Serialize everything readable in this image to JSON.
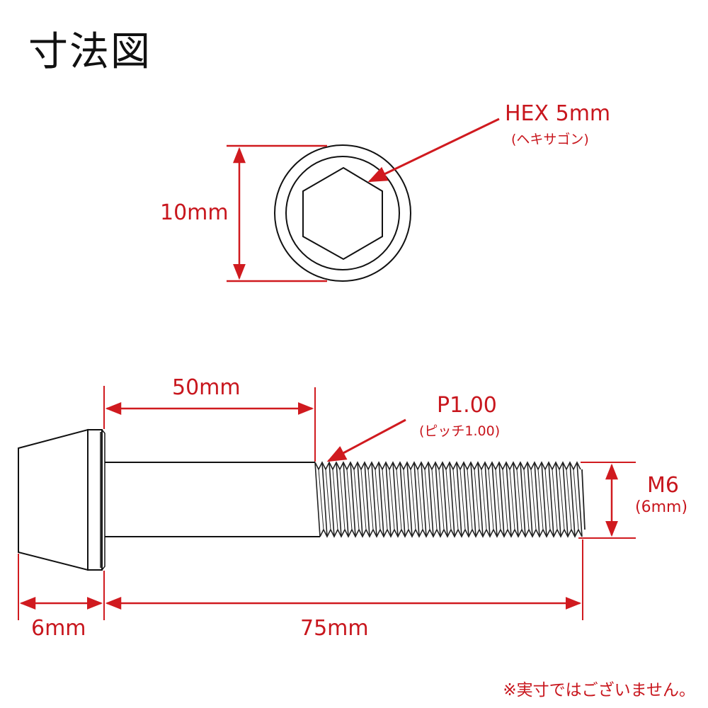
{
  "title": "寸法図",
  "colors": {
    "dimension": "#c8161d",
    "outline": "#111111",
    "background": "#ffffff"
  },
  "top_view": {
    "head_diameter_label": "10mm",
    "hex_label": "HEX 5mm",
    "hex_sub_label": "(ヘキサゴン)"
  },
  "side_view": {
    "shank_length_label": "50mm",
    "pitch_label": "P1.00",
    "pitch_sub_label": "(ピッチ1.00)",
    "thread_label": "M6",
    "thread_sub_label": "(6mm)",
    "head_height_label": "6mm",
    "total_length_label": "75mm"
  },
  "footnote": "※実寸ではございません。"
}
